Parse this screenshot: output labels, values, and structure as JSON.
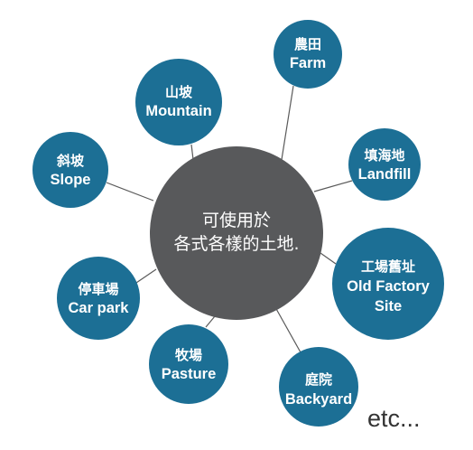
{
  "center": {
    "line1": "可使用於",
    "line2": "各式各樣的土地."
  },
  "nodes": [
    {
      "id": "farm",
      "zh": "農田",
      "en": "Farm"
    },
    {
      "id": "landfill",
      "zh": "填海地",
      "en": "Landfill"
    },
    {
      "id": "old-factory-site",
      "zh": "工場舊址",
      "en": "Old Factory",
      "en2": "Site"
    },
    {
      "id": "backyard",
      "zh": "庭院",
      "en": "Backyard"
    },
    {
      "id": "pasture",
      "zh": "牧場",
      "en": "Pasture"
    },
    {
      "id": "car-park",
      "zh": "停車場",
      "en": "Car park"
    },
    {
      "id": "slope",
      "zh": "斜坡",
      "en": "Slope"
    },
    {
      "id": "mountain",
      "zh": "山坡",
      "en": "Mountain"
    }
  ],
  "etc": "etc...",
  "colors": {
    "node_fill": "#1c6f95",
    "center_fill": "#58595b",
    "connector": "#5a5a5a",
    "text_light": "#ffffff",
    "text_dark": "#333333"
  }
}
